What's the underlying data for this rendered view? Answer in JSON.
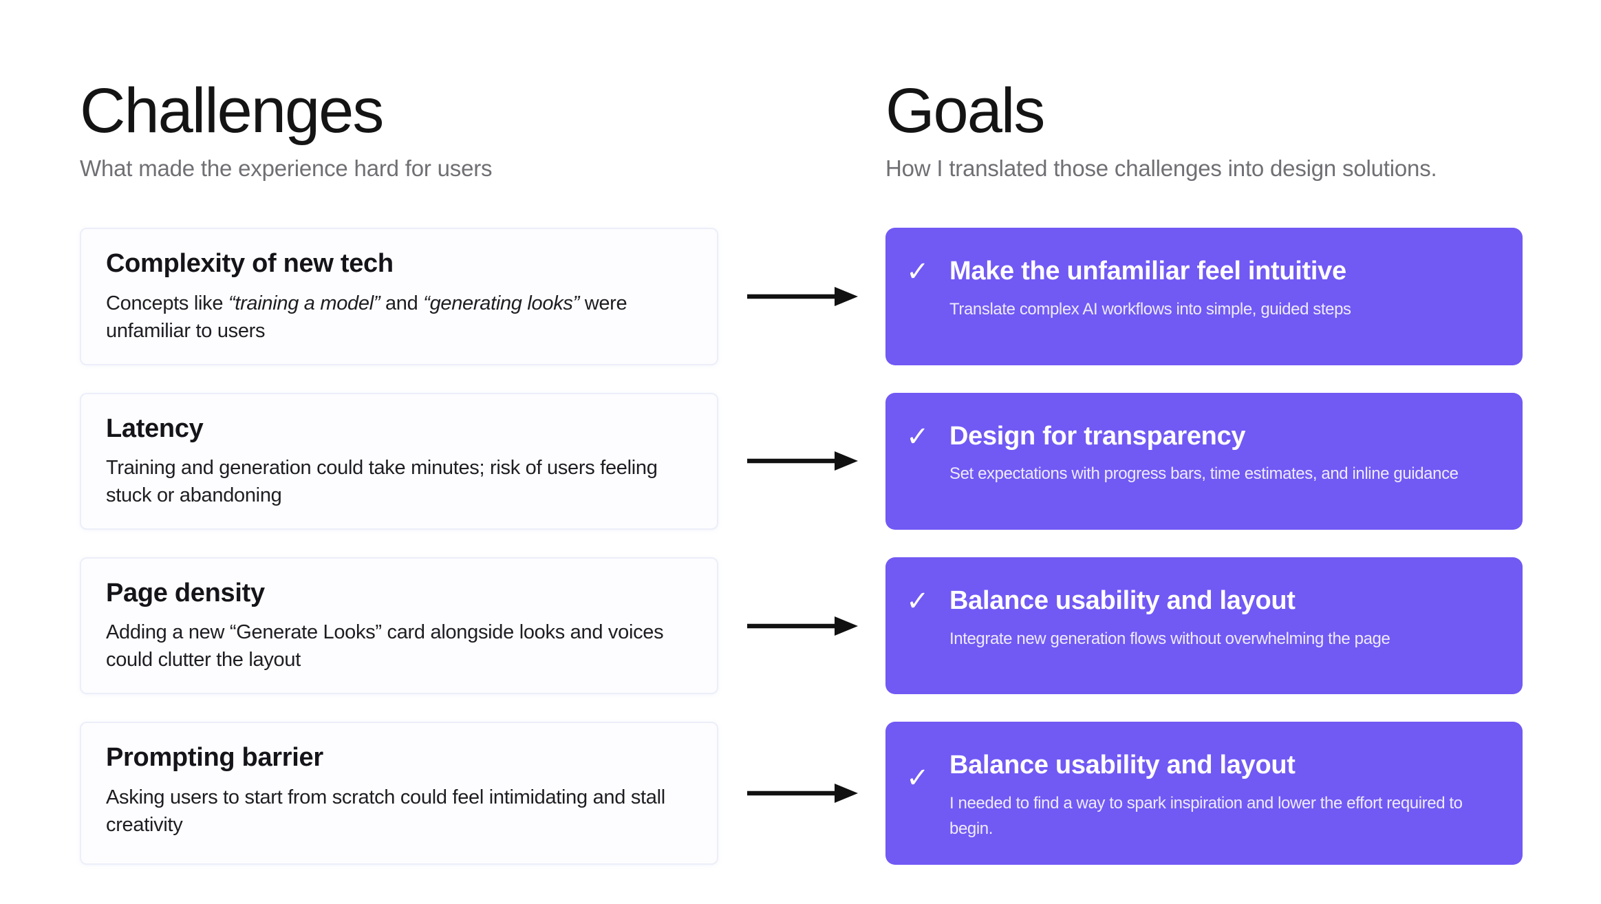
{
  "colors": {
    "accent_purple": "#7159F4",
    "challenge_card_background": "#FDFDFF",
    "challenge_card_border": "#ECEEF9",
    "title_text": "#141414",
    "subtitle_text": "#6F6F74",
    "arrow": "#111111"
  },
  "challenges": {
    "title": "Challenges",
    "subtitle": "What made the experience hard for users",
    "cards": [
      {
        "title": "Complexity of new tech",
        "body_segments": [
          {
            "text": "Concepts like ",
            "italic": false
          },
          {
            "text": "“training a model”",
            "italic": true
          },
          {
            "text": " and ",
            "italic": false
          },
          {
            "text": "“generating looks”",
            "italic": true
          },
          {
            "text": " were unfamiliar to users",
            "italic": false
          }
        ]
      },
      {
        "title": "Latency",
        "body_segments": [
          {
            "text": "Training and generation could take minutes; risk of users feeling stuck or abandoning",
            "italic": false
          }
        ]
      },
      {
        "title": "Page density",
        "body_segments": [
          {
            "text": "Adding a new “Generate Looks” card alongside looks and voices could clutter the layout",
            "italic": false
          }
        ]
      },
      {
        "title": "Prompting barrier",
        "body_segments": [
          {
            "text": "Asking users to start from scratch could feel intimidating and stall creativity",
            "italic": false
          }
        ]
      }
    ]
  },
  "goals": {
    "title": "Goals",
    "subtitle": "How I translated those challenges into design solutions.",
    "check_glyph": "✓",
    "cards": [
      {
        "title": "Make the unfamiliar feel intuitive",
        "body": "Translate complex AI workflows into simple, guided steps"
      },
      {
        "title": "Design for transparency",
        "body": "Set expectations with progress bars, time estimates, and inline guidance"
      },
      {
        "title": "Balance usability and layout",
        "body": "Integrate new generation flows without overwhelming the page"
      },
      {
        "title": "Balance usability and layout",
        "body": "I needed to find a way to spark inspiration and lower the effort required to begin."
      }
    ]
  }
}
